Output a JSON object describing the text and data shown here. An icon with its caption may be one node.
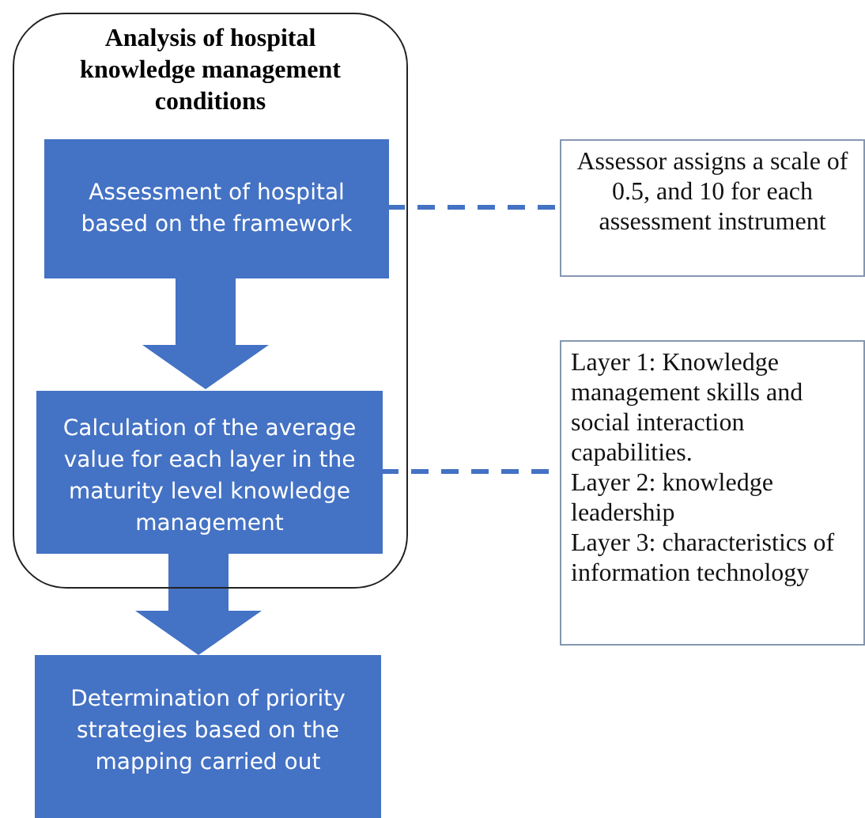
{
  "diagram": {
    "nodes": [
      {
        "text": [
          "Analysis of hospital knowledge management conditions"
        ]
      },
      {
        "text": [
          "Assessment of hospital based on the framework"
        ],
        "in": 0
      },
      {
        "text": [
          "Calculation of the average value for each layer in the maturity level knowledge management"
        ],
        "in": 0
      },
      {
        "text": [
          "Determination of priority strategies based on the mapping carried out"
        ]
      },
      {
        "text": [
          "Assessor assigns a scale of 0.5, and 10 for each assessment instrument"
        ]
      },
      {
        "text": [
          "Layer 1: Knowledge management skills and social interaction capabilities.",
          "Layer 2: knowledge leadership",
          "Layer 3: characteristics of information technology"
        ]
      }
    ],
    "edges": [
      {
        "from": 1,
        "to": 2,
        "arrow": "to",
        "style": "thick"
      },
      {
        "from": 2,
        "to": 3,
        "arrow": "to",
        "style": "thick"
      },
      {
        "from": 1,
        "to": 4,
        "arrow": "none",
        "style": "dashed"
      },
      {
        "from": 2,
        "to": 5,
        "arrow": "none",
        "style": "dashed"
      }
    ]
  }
}
